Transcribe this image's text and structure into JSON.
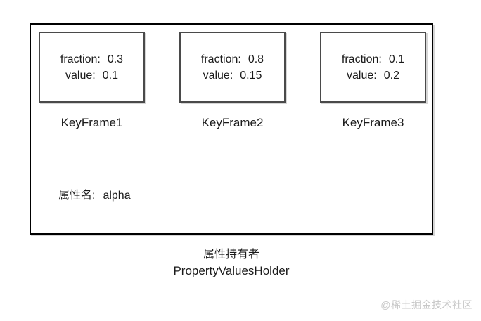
{
  "diagram": {
    "labels": {
      "fraction": "fraction:",
      "value": "value:"
    },
    "keyframes": [
      {
        "name": "KeyFrame1",
        "fraction": "0.3",
        "value": "0.1"
      },
      {
        "name": "KeyFrame2",
        "fraction": "0.8",
        "value": "0.15"
      },
      {
        "name": "KeyFrame3",
        "fraction": "0.1",
        "value": "0.2"
      }
    ],
    "property_name_label": "属性名:",
    "property_name_value": "alpha",
    "holder_caption_cn": "属性持有者",
    "holder_caption_en": "PropertyValuesHolder"
  },
  "watermark": "@稀土掘金技术社区",
  "colors": {
    "outer_border": "#000000",
    "inner_border": "#4a4a4a",
    "text": "#1a1a1a",
    "watermark": "#c8c8c8"
  }
}
